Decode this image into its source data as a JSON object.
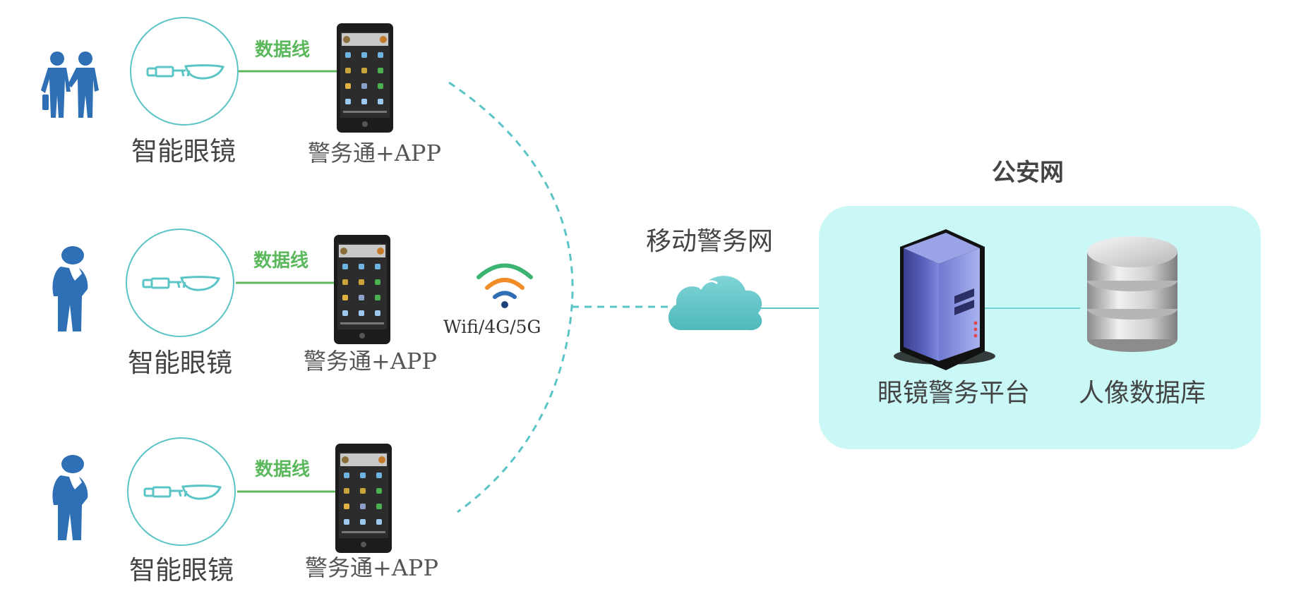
{
  "units": [
    {
      "glasses_label": "智能眼镜",
      "cable_label": "数据线",
      "phone_label": "警务通+APP",
      "person": "couple-icon"
    },
    {
      "glasses_label": "智能眼镜",
      "cable_label": "数据线",
      "phone_label": "警务通+APP",
      "person": "officer-icon"
    },
    {
      "glasses_label": "智能眼镜",
      "cable_label": "数据线",
      "phone_label": "警务通+APP",
      "person": "officer-icon"
    }
  ],
  "wireless": {
    "label": "Wifi/4G/5G",
    "icon": "wifi-icon"
  },
  "mobile_network": {
    "label": "移动警务网",
    "icon": "cloud-icon"
  },
  "public_security_network": {
    "title": "公安网",
    "platform_label": "眼镜警务平台",
    "database_label": "人像数据库"
  },
  "colors": {
    "accent_teal": "#5bc4c6",
    "zone_fill": "#c9f8f6",
    "cable_green": "#5cb85c",
    "person_blue": "#2f6fb5",
    "wifi_green": "#3cb371",
    "wifi_orange": "#f28c28"
  }
}
